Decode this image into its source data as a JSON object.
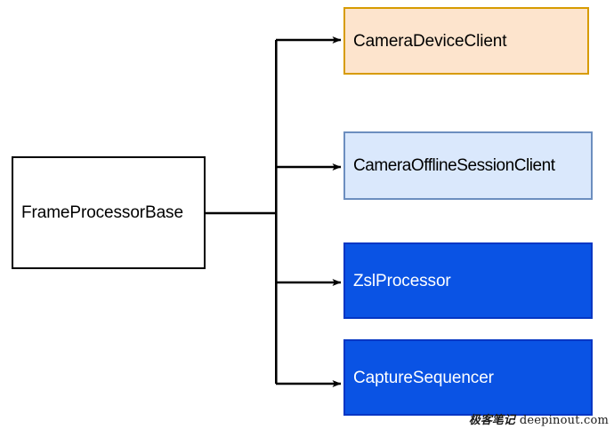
{
  "diagram": {
    "type": "class-inheritance-tree",
    "background": "#ffffff",
    "base_node": {
      "label": "FrameProcessorBase",
      "fill": "#ffffff",
      "border": "#000000",
      "text_color": "#000000"
    },
    "derived_nodes": [
      {
        "label": "CameraDeviceClient",
        "fill": "#fde4cd",
        "border": "#d79b00",
        "text_color": "#000000"
      },
      {
        "label": "CameraOfflineSessionClient",
        "fill": "#dae8fc",
        "border": "#6c8ebf",
        "text_color": "#000000"
      },
      {
        "label": "ZslProcessor",
        "fill": "#0a53e4",
        "border": "#0436c4",
        "text_color": "#ffffff"
      },
      {
        "label": "CaptureSequencer",
        "fill": "#0a53e4",
        "border": "#0436c4",
        "text_color": "#ffffff"
      }
    ],
    "edges": {
      "count": 4,
      "stroke": "#000000",
      "arrowhead": "filled-triangle"
    }
  },
  "watermark": {
    "cn": "极客笔记",
    "en": "deepinout.com"
  }
}
